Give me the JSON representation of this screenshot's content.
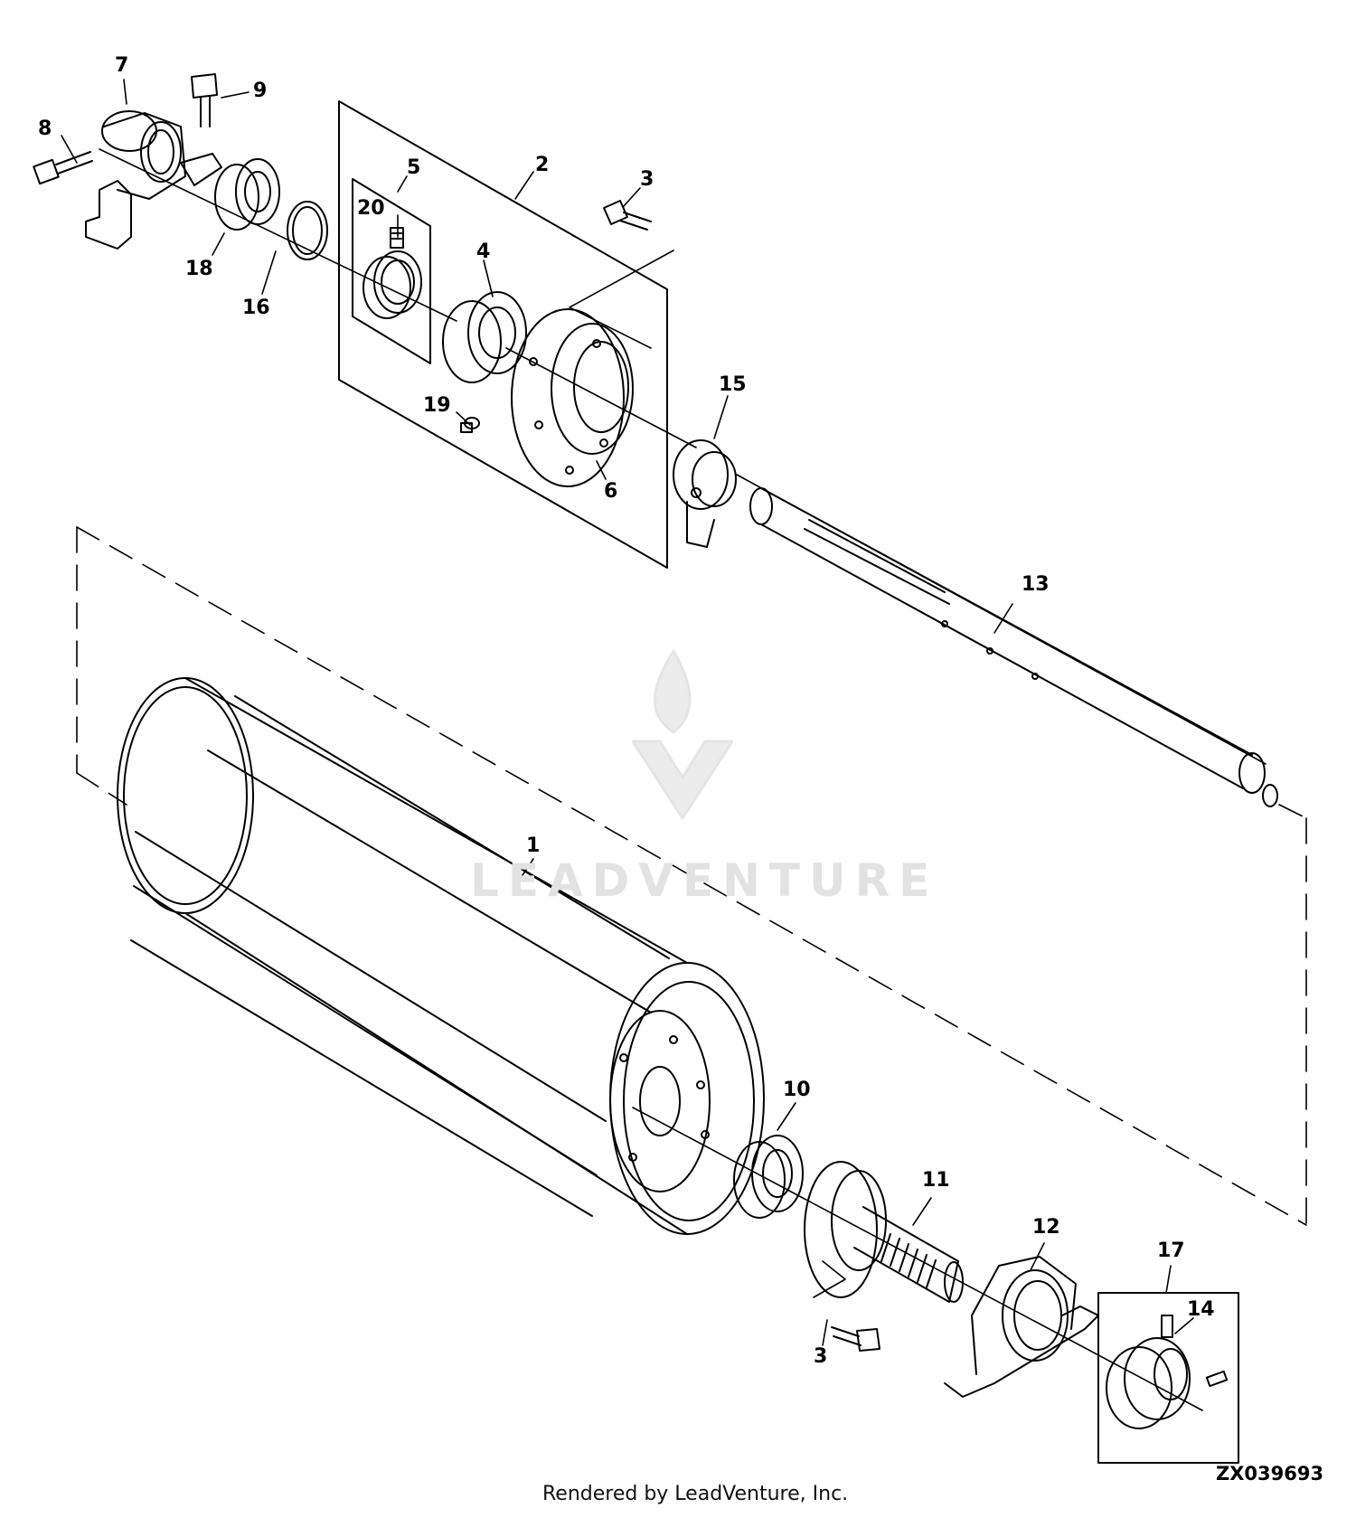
{
  "diagram": {
    "callouts": {
      "p1": "1",
      "p2": "2",
      "p3a": "3",
      "p3b": "3",
      "p4": "4",
      "p5": "5",
      "p6": "6",
      "p7": "7",
      "p8": "8",
      "p9": "9",
      "p10": "10",
      "p11": "11",
      "p12": "12",
      "p13": "13",
      "p14": "14",
      "p15": "15",
      "p16": "16",
      "p17": "17",
      "p18": "18",
      "p19": "19",
      "p20": "20"
    },
    "figure_id": "ZX039693",
    "credit": "Rendered by LeadVenture, Inc.",
    "watermark": "LEADVENTURE"
  },
  "colors": {
    "line": "#000000",
    "watermark": "#e2e2e2",
    "background": "#ffffff"
  }
}
